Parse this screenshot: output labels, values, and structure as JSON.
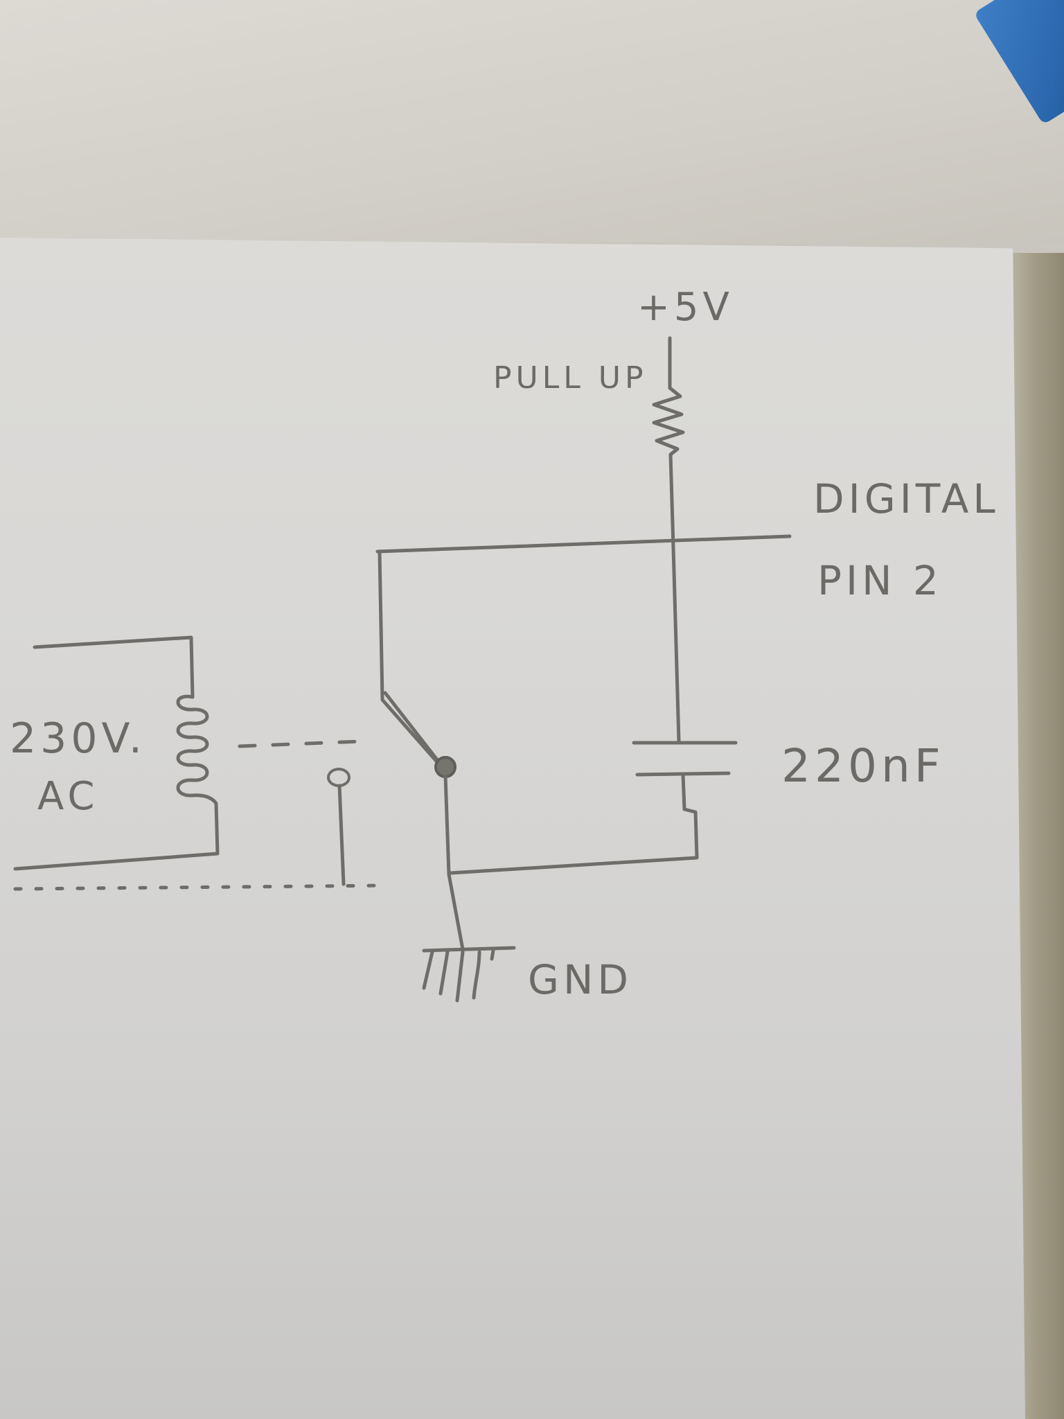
{
  "labels": {
    "supply": "+5V",
    "pullup": "PULL UP",
    "digital_line1": "DIGITAL",
    "digital_line2": "PIN 2",
    "ac_voltage": "230V.",
    "ac_type": "AC",
    "capacitor": "220nF",
    "ground": "GND"
  },
  "colors": {
    "pencil": "#6e6d6a",
    "paper": "#d9d8d6",
    "desk": "#d2cfc8",
    "accent_blue": "#2b67ad"
  }
}
